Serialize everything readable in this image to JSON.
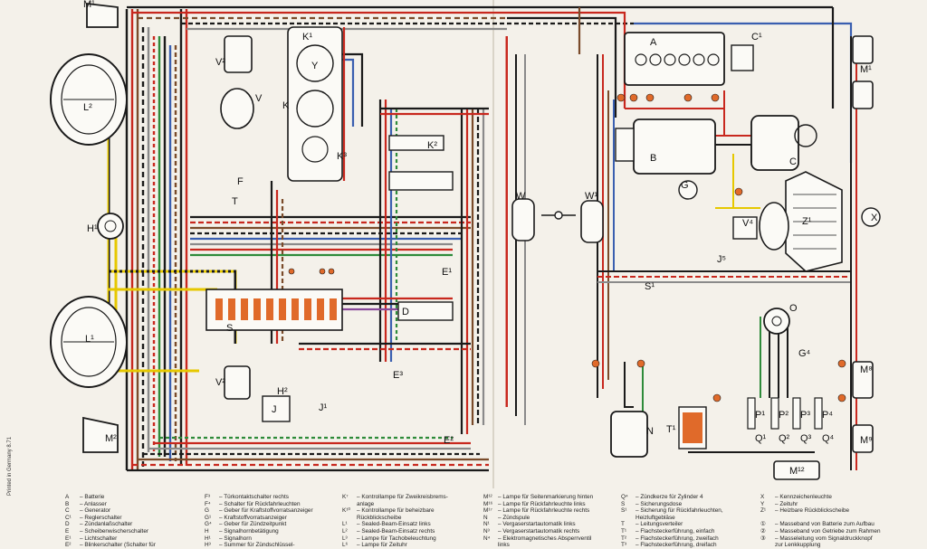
{
  "diagram": {
    "labels": {
      "M_top": "M¹",
      "L2_top": "L²",
      "V2_top": "V²",
      "V_top": "V",
      "K1": "K¹",
      "Y": "Y",
      "K": "K",
      "K2": "K²",
      "K3": "K³",
      "F": "F",
      "T": "T",
      "H1": "H¹",
      "L1": "L¹",
      "S": "S",
      "V2_bot": "V²",
      "J": "J",
      "J1": "J¹",
      "H2": "H²",
      "D": "D",
      "E1": "E¹",
      "E2": "E²",
      "E3": "E³",
      "M_bot": "M²",
      "W": "W",
      "W1": "W¹",
      "A": "A",
      "B": "B",
      "C": "C",
      "C1": "C¹",
      "G": "G",
      "V4": "V⁴",
      "Z1": "Z¹",
      "X": "X",
      "O": "O",
      "N": "N",
      "T1": "T¹",
      "G4": "G⁴",
      "M1_right": "M¹",
      "M12": "M¹²",
      "M8": "M⁸",
      "M9": "M⁹",
      "P1": "P¹",
      "P2": "P²",
      "P3": "P³",
      "P4": "P⁴",
      "Q1": "Q¹",
      "Q2": "Q²",
      "Q3": "Q³",
      "Q4": "Q⁴",
      "S1": "S¹",
      "J5": "J⁵"
    },
    "wire_colors": {
      "red": "#c8281e",
      "black": "#1a1a1a",
      "brown": "#7a4b2a",
      "yellow": "#e6c800",
      "green": "#2e8b3a",
      "blue": "#3a5fb0",
      "grey": "#8a8a8a",
      "white": "#ffffff",
      "violet": "#8a4a9a",
      "accent": "#e06a2a"
    }
  },
  "legend": {
    "footer": "Printed in Germany 8.71",
    "col1": [
      {
        "code": "A",
        "text": "Batterie"
      },
      {
        "code": "B",
        "text": "Anlasser"
      },
      {
        "code": "C",
        "text": "Generator"
      },
      {
        "code": "C¹",
        "text": "Reglerschalter"
      },
      {
        "code": "D",
        "text": "Zündanlaßschalter"
      },
      {
        "code": "E",
        "text": "Scheibenwischerschalter"
      },
      {
        "code": "E¹",
        "text": "Lichtschalter"
      },
      {
        "code": "E²",
        "text": "Blinkerschalter (Schalter für"
      }
    ],
    "col2": [
      {
        "code": "F³",
        "text": "Türkontaktschalter rechts"
      },
      {
        "code": "F⁴",
        "text": "Schalter für Rückfahrleuchten"
      },
      {
        "code": "G",
        "text": "Geber für Kraftstoffvorratsanzeiger"
      },
      {
        "code": "G¹",
        "text": "Kraftstoffvorratsanzeiger"
      },
      {
        "code": "G⁴",
        "text": "Geber für Zündzeitpunkt"
      },
      {
        "code": "H",
        "text": "Signalhornbetätigung"
      },
      {
        "code": "H¹",
        "text": "Signalhorn"
      },
      {
        "code": "H³",
        "text": "Summer für Zündschlüssel-"
      }
    ],
    "col3": [
      {
        "code": "K⁷",
        "text": "Kontrollampe für Zweikreisbrems-"
      },
      {
        "code": "",
        "text": "anlage"
      },
      {
        "code": "K¹⁰",
        "text": "Kontrollampe für beheizbare"
      },
      {
        "code": "",
        "text": "Rückblickscheibe"
      },
      {
        "code": "L¹",
        "text": "Sealed-Beam-Einsatz links"
      },
      {
        "code": "L²",
        "text": "Sealed-Beam-Einsatz rechts"
      },
      {
        "code": "L³",
        "text": "Lampe für Tachobeleuchtung"
      },
      {
        "code": "L⁶",
        "text": "Lampe für Zeituhr"
      }
    ],
    "col4": [
      {
        "code": "M¹²",
        "text": "Lampe für Seitenmarkierung hinten"
      },
      {
        "code": "M¹⁶",
        "text": "Lampe für Rückfahrleuchte links"
      },
      {
        "code": "M¹⁷",
        "text": "Lampe für Rückfahrleuchte rechts"
      },
      {
        "code": "N",
        "text": "Zündspule"
      },
      {
        "code": "N¹",
        "text": "Vergaserstartautomatik links"
      },
      {
        "code": "N³",
        "text": "Vergaserstartautomatik rechts"
      },
      {
        "code": "N⁴",
        "text": "Elektromagnetisches Absperrventil"
      },
      {
        "code": "",
        "text": "links"
      }
    ],
    "col5": [
      {
        "code": "Q⁴",
        "text": "Zündkerze für Zylinder 4"
      },
      {
        "code": "S",
        "text": "Sicherungsdose"
      },
      {
        "code": "S¹",
        "text": "Sicherung für Rückfahrleuchten,"
      },
      {
        "code": "",
        "text": "Heizluftgebläse"
      },
      {
        "code": "T",
        "text": "Leitungsverteiler"
      },
      {
        "code": "T¹",
        "text": "Flachsteckerführung, einfach"
      },
      {
        "code": "T²",
        "text": "Flachsteckerführung, zweifach"
      },
      {
        "code": "T³",
        "text": "Flachsteckerführung, dreifach"
      }
    ],
    "col6": [
      {
        "code": "X",
        "text": "Kennzeichenleuchte"
      },
      {
        "code": "Y",
        "text": "Zeituhr"
      },
      {
        "code": "Z¹",
        "text": "Heizbare Rückblickscheibe"
      },
      {
        "code": "",
        "text": ""
      },
      {
        "code": "①",
        "text": "Masseband von Batterie zum Aufbau"
      },
      {
        "code": "②",
        "text": "Masseband von Getriebe zum Rahmen"
      },
      {
        "code": "③",
        "text": "Masseleitung vom Signaldruckknopf"
      },
      {
        "code": "",
        "text": "zur Lenkkupplung"
      }
    ]
  }
}
